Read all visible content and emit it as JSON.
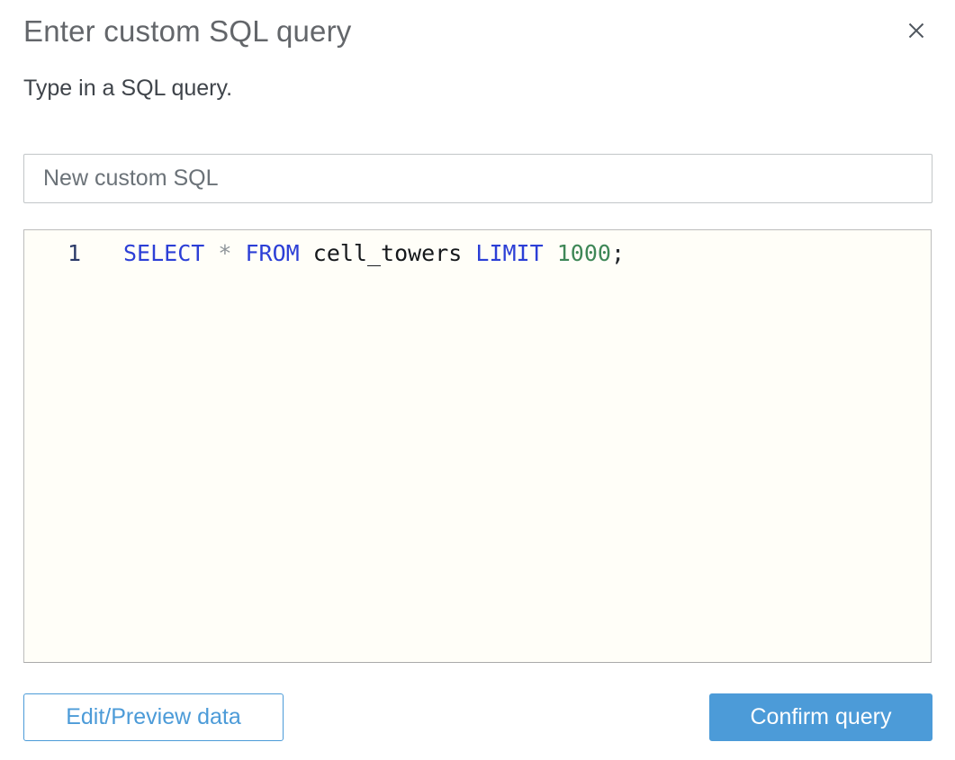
{
  "dialog": {
    "title": "Enter custom SQL query",
    "subtitle": "Type in a SQL query.",
    "close_icon": "close-x"
  },
  "name_input": {
    "value": "New custom SQL"
  },
  "editor": {
    "language": "sql",
    "lines": [
      {
        "number": "1",
        "tokens": [
          {
            "text": "SELECT",
            "type": "keyword"
          },
          {
            "text": " ",
            "type": "plain"
          },
          {
            "text": "*",
            "type": "operator"
          },
          {
            "text": " ",
            "type": "plain"
          },
          {
            "text": "FROM",
            "type": "keyword"
          },
          {
            "text": " cell_towers ",
            "type": "identifier"
          },
          {
            "text": "LIMIT",
            "type": "keyword"
          },
          {
            "text": " ",
            "type": "plain"
          },
          {
            "text": "1000",
            "type": "number"
          },
          {
            "text": ";",
            "type": "punct"
          }
        ]
      }
    ]
  },
  "footer": {
    "edit_preview_label": "Edit/Preview data",
    "confirm_label": "Confirm query"
  },
  "colors": {
    "accent": "#4c9bd8",
    "keyword": "#2c3fd6",
    "number": "#3e8757",
    "line_number": "#2b3a68",
    "editor_bg": "#fffef8",
    "title_text": "#63666a",
    "close_icon": "#4f565e"
  }
}
